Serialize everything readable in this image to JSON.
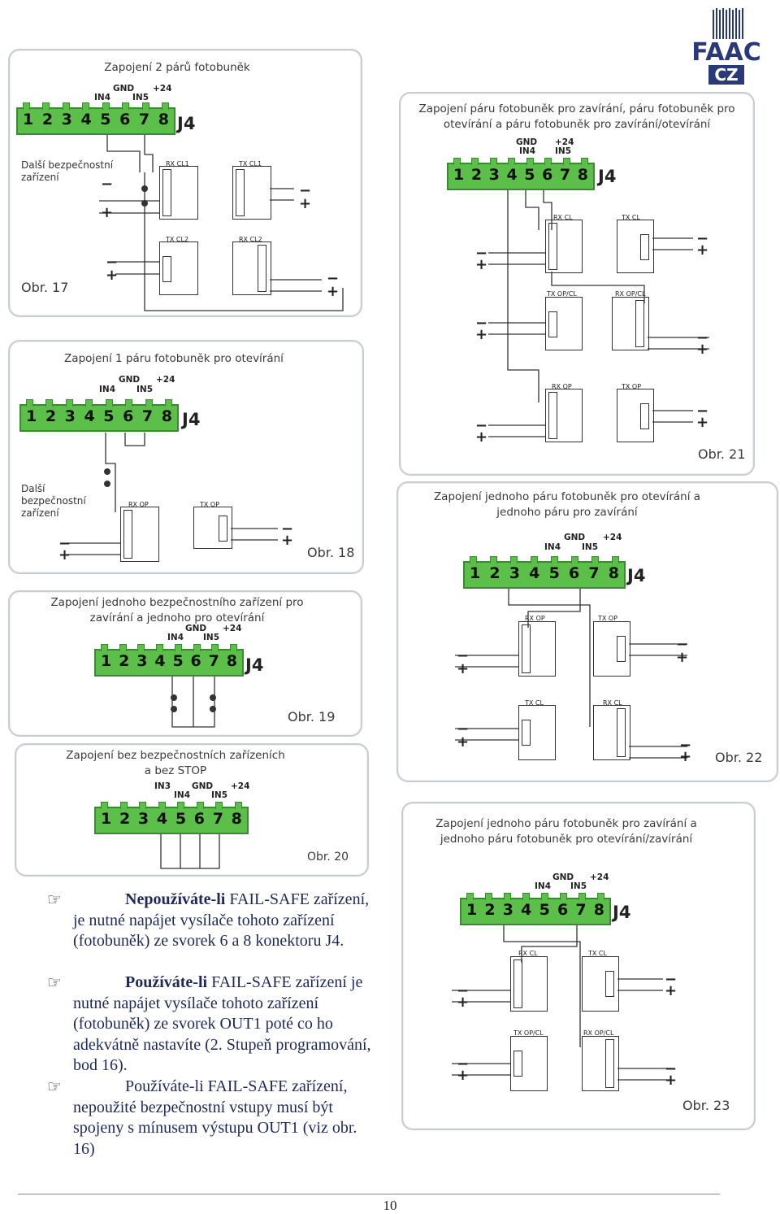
{
  "logo": {
    "brand": "FAAC",
    "sub": "CZ",
    "color": "#2a3a78"
  },
  "colors": {
    "terminal_green": "#5bbf4a",
    "text_blue": "#1e2a55"
  },
  "panels": {
    "p17": {
      "title": "Zapojení 2 párů fotobuněk",
      "obr": "Obr. 17",
      "note": "Další bezpečnostní zařízení",
      "labels": {
        "gnd": "GND",
        "plus24": "+24",
        "in4": "IN4",
        "in5": "IN5",
        "j4": "J4"
      },
      "devices": [
        "RX CL1",
        "TX CL1",
        "TX CL2",
        "RX CL2"
      ]
    },
    "p18": {
      "title": "Zapojení 1 páru fotobuněk pro otevírání",
      "obr": "Obr. 18",
      "note": "Další bezpečnostní zařízení",
      "labels": {
        "gnd": "GND",
        "plus24": "+24",
        "in4": "IN4",
        "in5": "IN5",
        "j4": "J4"
      },
      "devices": [
        "RX OP",
        "TX OP"
      ]
    },
    "p19": {
      "title": "Zapojení jednoho bezpečnostního zařízení pro zavírání a jednoho pro otevírání",
      "obr": "Obr. 19",
      "labels": {
        "gnd": "GND",
        "plus24": "+24",
        "in4": "IN4",
        "in5": "IN5",
        "j4": "J4"
      }
    },
    "p20": {
      "title": "Zapojení bez bezpečnostních zařízeních a bez STOP",
      "obr": "Obr. 20",
      "labels": {
        "in3": "IN3",
        "gnd": "GND",
        "plus24": "+24",
        "in4": "IN4",
        "in5": "IN5"
      }
    },
    "p21": {
      "title": "Zapojení páru fotobuněk pro zavírání, páru fotobuněk pro otevírání a páru fotobuněk pro zavírání/otevírání",
      "obr": "Obr. 21",
      "labels": {
        "gnd": "GND",
        "plus24": "+24",
        "in4": "IN4",
        "in5": "IN5",
        "j4": "J4"
      },
      "devices": [
        "RX CL",
        "TX CL",
        "TX OP/CL",
        "RX OP/CL",
        "RX OP",
        "TX OP"
      ]
    },
    "p22": {
      "title": "Zapojení jednoho páru fotobuněk pro otevírání a jednoho páru pro zavírání",
      "obr": "Obr. 22",
      "labels": {
        "gnd": "GND",
        "plus24": "+24",
        "in4": "IN4",
        "in5": "IN5",
        "j4": "J4"
      },
      "devices": [
        "RX OP",
        "TX OP",
        "TX CL",
        "RX CL"
      ]
    },
    "p23": {
      "title": "Zapojení jednoho páru fotobuněk pro zavírání a jednoho páru fotobuněk pro otevírání/zavírání",
      "obr": "Obr. 23",
      "labels": {
        "gnd": "GND",
        "plus24": "+24",
        "in4": "IN4",
        "in5": "IN5",
        "j4": "J4"
      },
      "devices": [
        "RX CL",
        "TX CL",
        "TX OP/CL",
        "RX OP/CL"
      ]
    }
  },
  "terminal_numbers": [
    "1",
    "2",
    "3",
    "4",
    "5",
    "6",
    "7",
    "8"
  ],
  "notes": [
    {
      "bold": "Nepoužíváte-li",
      "rest": " FAIL-SAFE zařízení, je nutné napájet vysílače tohoto zařízení (fotobuněk) ze svorek 6 a 8 konektoru J4."
    },
    {
      "bold": "Používáte-li",
      "rest": " FAIL-SAFE zařízení je nutné napájet vysílače tohoto zařízení (fotobuněk) ze svorek OUT1 poté co ho adekvátně nastavíte (2. Stupeň programování, bod 16)."
    },
    {
      "bold": "",
      "rest": "Používáte-li FAIL-SAFE zařízení, nepoužité bezpečnostní vstupy musí být spojeny s mínusem výstupu OUT1 (viz obr. 16)"
    }
  ],
  "page_number": "10"
}
